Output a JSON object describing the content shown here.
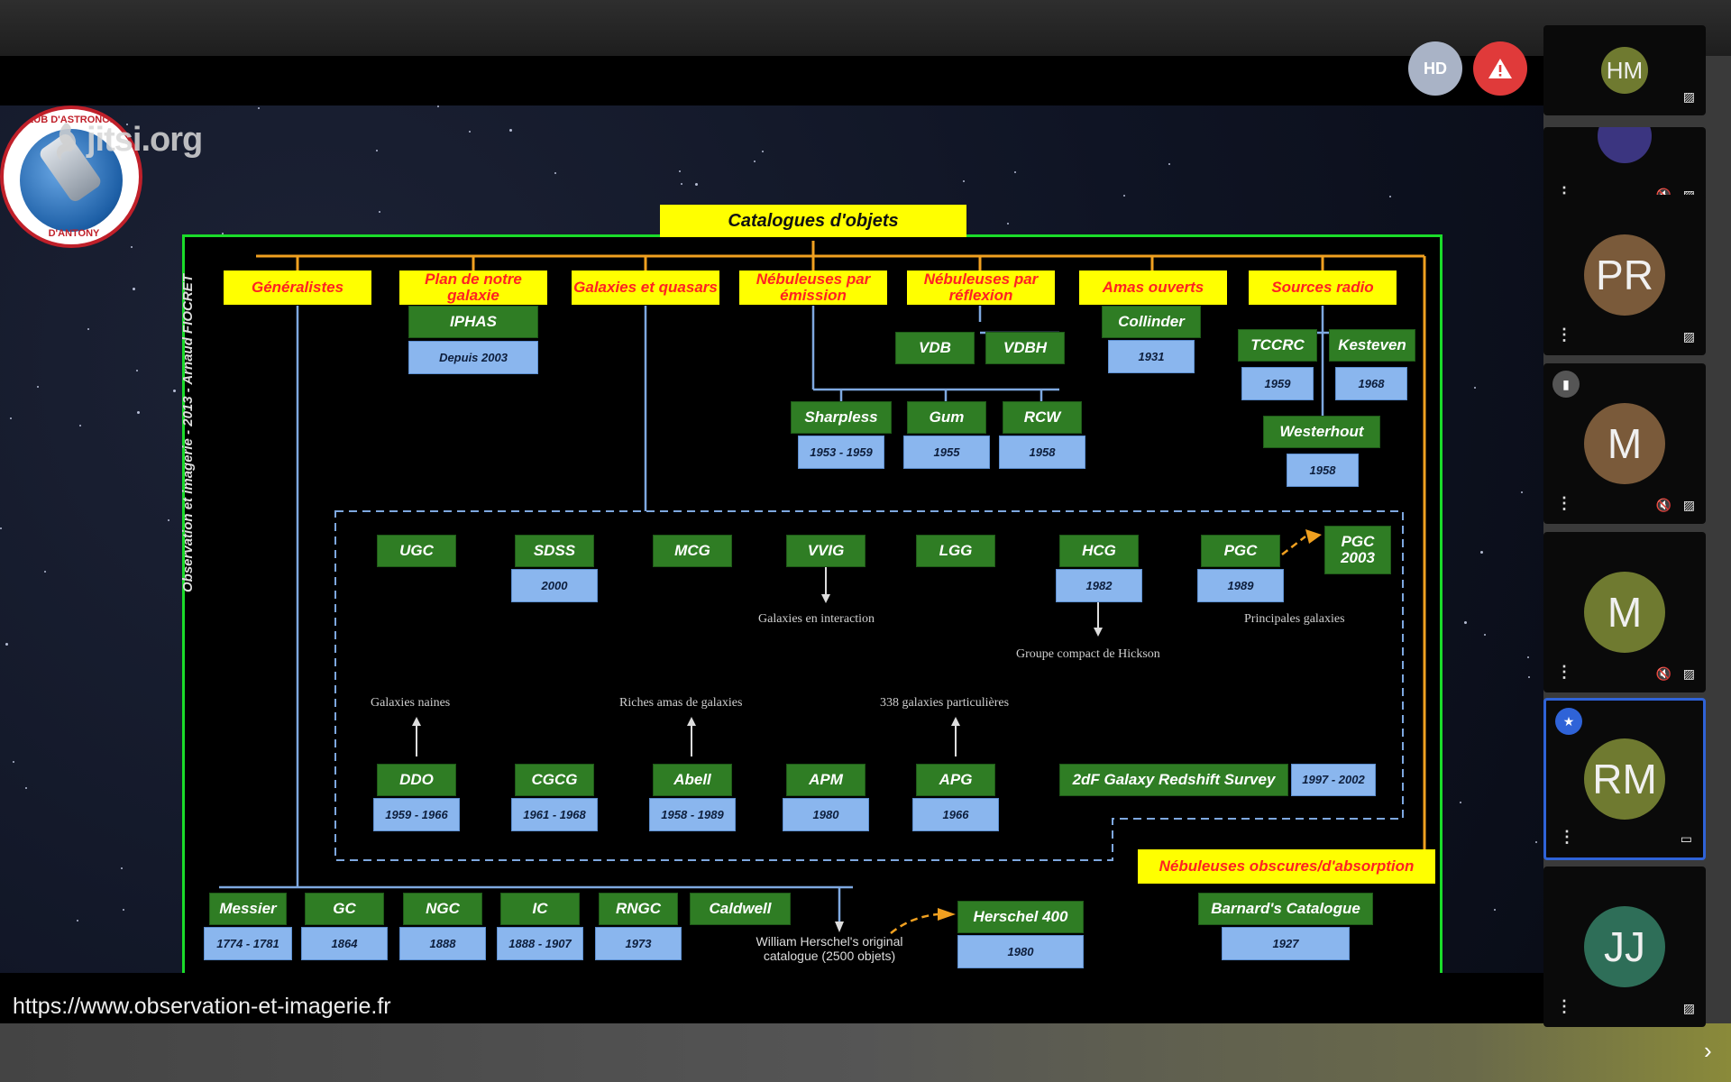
{
  "app": {
    "brand": "jitsi.org"
  },
  "stage": {
    "url_overlay": "https://www.observation-et-imagerie.fr",
    "club_logo": {
      "top_text": "CLUB D'ASTRONOMIE",
      "bottom_text": "D'ANTONY"
    },
    "credit": "Observation et imagerie - 2013 - Arnaud FIOCRET"
  },
  "hud": {
    "quality_label": "HD",
    "warning_icon": "warning-icon"
  },
  "diagram": {
    "title": "Catalogues d'objets",
    "categories": {
      "generalistes": "Généralistes",
      "plan": "Plan de notre galaxie",
      "galaxies": "Galaxies et quasars",
      "emission": "Nébuleuses par émission",
      "reflexion": "Nébuleuses par réflexion",
      "amas": "Amas ouverts",
      "radio": "Sources radio",
      "obscures": "Nébuleuses obscures/d'absorption"
    },
    "catalogs": {
      "iphas": "IPHAS",
      "iphas_date": "Depuis 2003",
      "vdb": "VDB",
      "vdbh": "VDBH",
      "sharpless": "Sharpless",
      "sharpless_date": "1953 - 1959",
      "gum": "Gum",
      "gum_date": "1955",
      "rcw": "RCW",
      "rcw_date": "1958",
      "collinder": "Collinder",
      "collinder_date": "1931",
      "tccrc": "TCCRC",
      "tccrc_date": "1959",
      "kesteven": "Kesteven",
      "kesteven_date": "1968",
      "westerhout": "Westerhout",
      "westerhout_date": "1958",
      "ugc": "UGC",
      "sdss": "SDSS",
      "sdss_date": "2000",
      "mcg": "MCG",
      "vvig": "VVIG",
      "lgg": "LGG",
      "hcg": "HCG",
      "hcg_date": "1982",
      "pgc": "PGC",
      "pgc_date": "1989",
      "pgc2003": "PGC 2003",
      "ddo": "DDO",
      "ddo_date": "1959 - 1966",
      "cgcg": "CGCG",
      "cgcg_date": "1961 - 1968",
      "abell": "Abell",
      "abell_date": "1958 - 1989",
      "apm": "APM",
      "apm_date": "1980",
      "apg": "APG",
      "apg_date": "1966",
      "twodf": "2dF Galaxy Redshift Survey",
      "twodf_date": "1997 - 2002",
      "messier": "Messier",
      "messier_date": "1774 - 1781",
      "gc": "GC",
      "gc_date": "1864",
      "ngc": "NGC",
      "ngc_date": "1888",
      "ic": "IC",
      "ic_date": "1888 - 1907",
      "rngc": "RNGC",
      "rngc_date": "1973",
      "caldwell": "Caldwell",
      "herschel400": "Herschel 400",
      "herschel400_date": "1980",
      "barnard": "Barnard's Catalogue",
      "barnard_date": "1927"
    },
    "notes": {
      "interaction": "Galaxies en interaction",
      "hickson": "Groupe compact de Hickson",
      "principales": "Principales galaxies",
      "naines": "Galaxies naines",
      "riches": "Riches amas de galaxies",
      "particulieres": "338 galaxies particulières",
      "herschel": "William Herschel's original catalogue (2500 objets)"
    }
  },
  "participants": [
    {
      "initials": "HM",
      "color": "#6f7a30",
      "mic": "",
      "cam": "camera-off-icon"
    },
    {
      "initials": "",
      "color": "#3b3580",
      "mic": "mic-off-icon",
      "cam": "camera-off-icon"
    },
    {
      "initials": "PR",
      "color": "#7a5a3a",
      "mic": "",
      "cam": "camera-off-icon"
    },
    {
      "initials": "M",
      "color": "#7a5a3a",
      "mic": "mic-off-icon",
      "cam": "camera-off-icon",
      "badge": "stats-icon"
    },
    {
      "initials": "M",
      "color": "#6f7a30",
      "mic": "mic-off-icon",
      "cam": "camera-off-icon"
    },
    {
      "initials": "RM",
      "color": "#6f7a30",
      "mic": "",
      "cam": "screen-share-icon",
      "badge": "moderator-icon",
      "active": true
    },
    {
      "initials": "JJ",
      "color": "#2e6e58",
      "mic": "",
      "cam": "camera-off-icon"
    }
  ]
}
